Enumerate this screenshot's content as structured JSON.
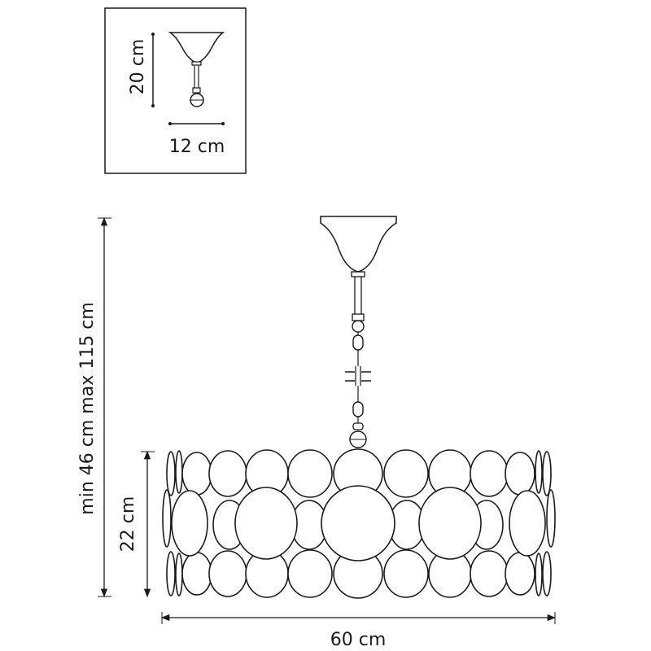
{
  "inset": {
    "height_label": "20 cm",
    "width_label": "12 cm"
  },
  "main": {
    "total_height_label": "min 46 cm max 115 cm",
    "shade_height_label": "22 cm",
    "width_label": "60 cm"
  },
  "colors": {
    "line": "#1a1a1a",
    "background": "#ffffff"
  }
}
